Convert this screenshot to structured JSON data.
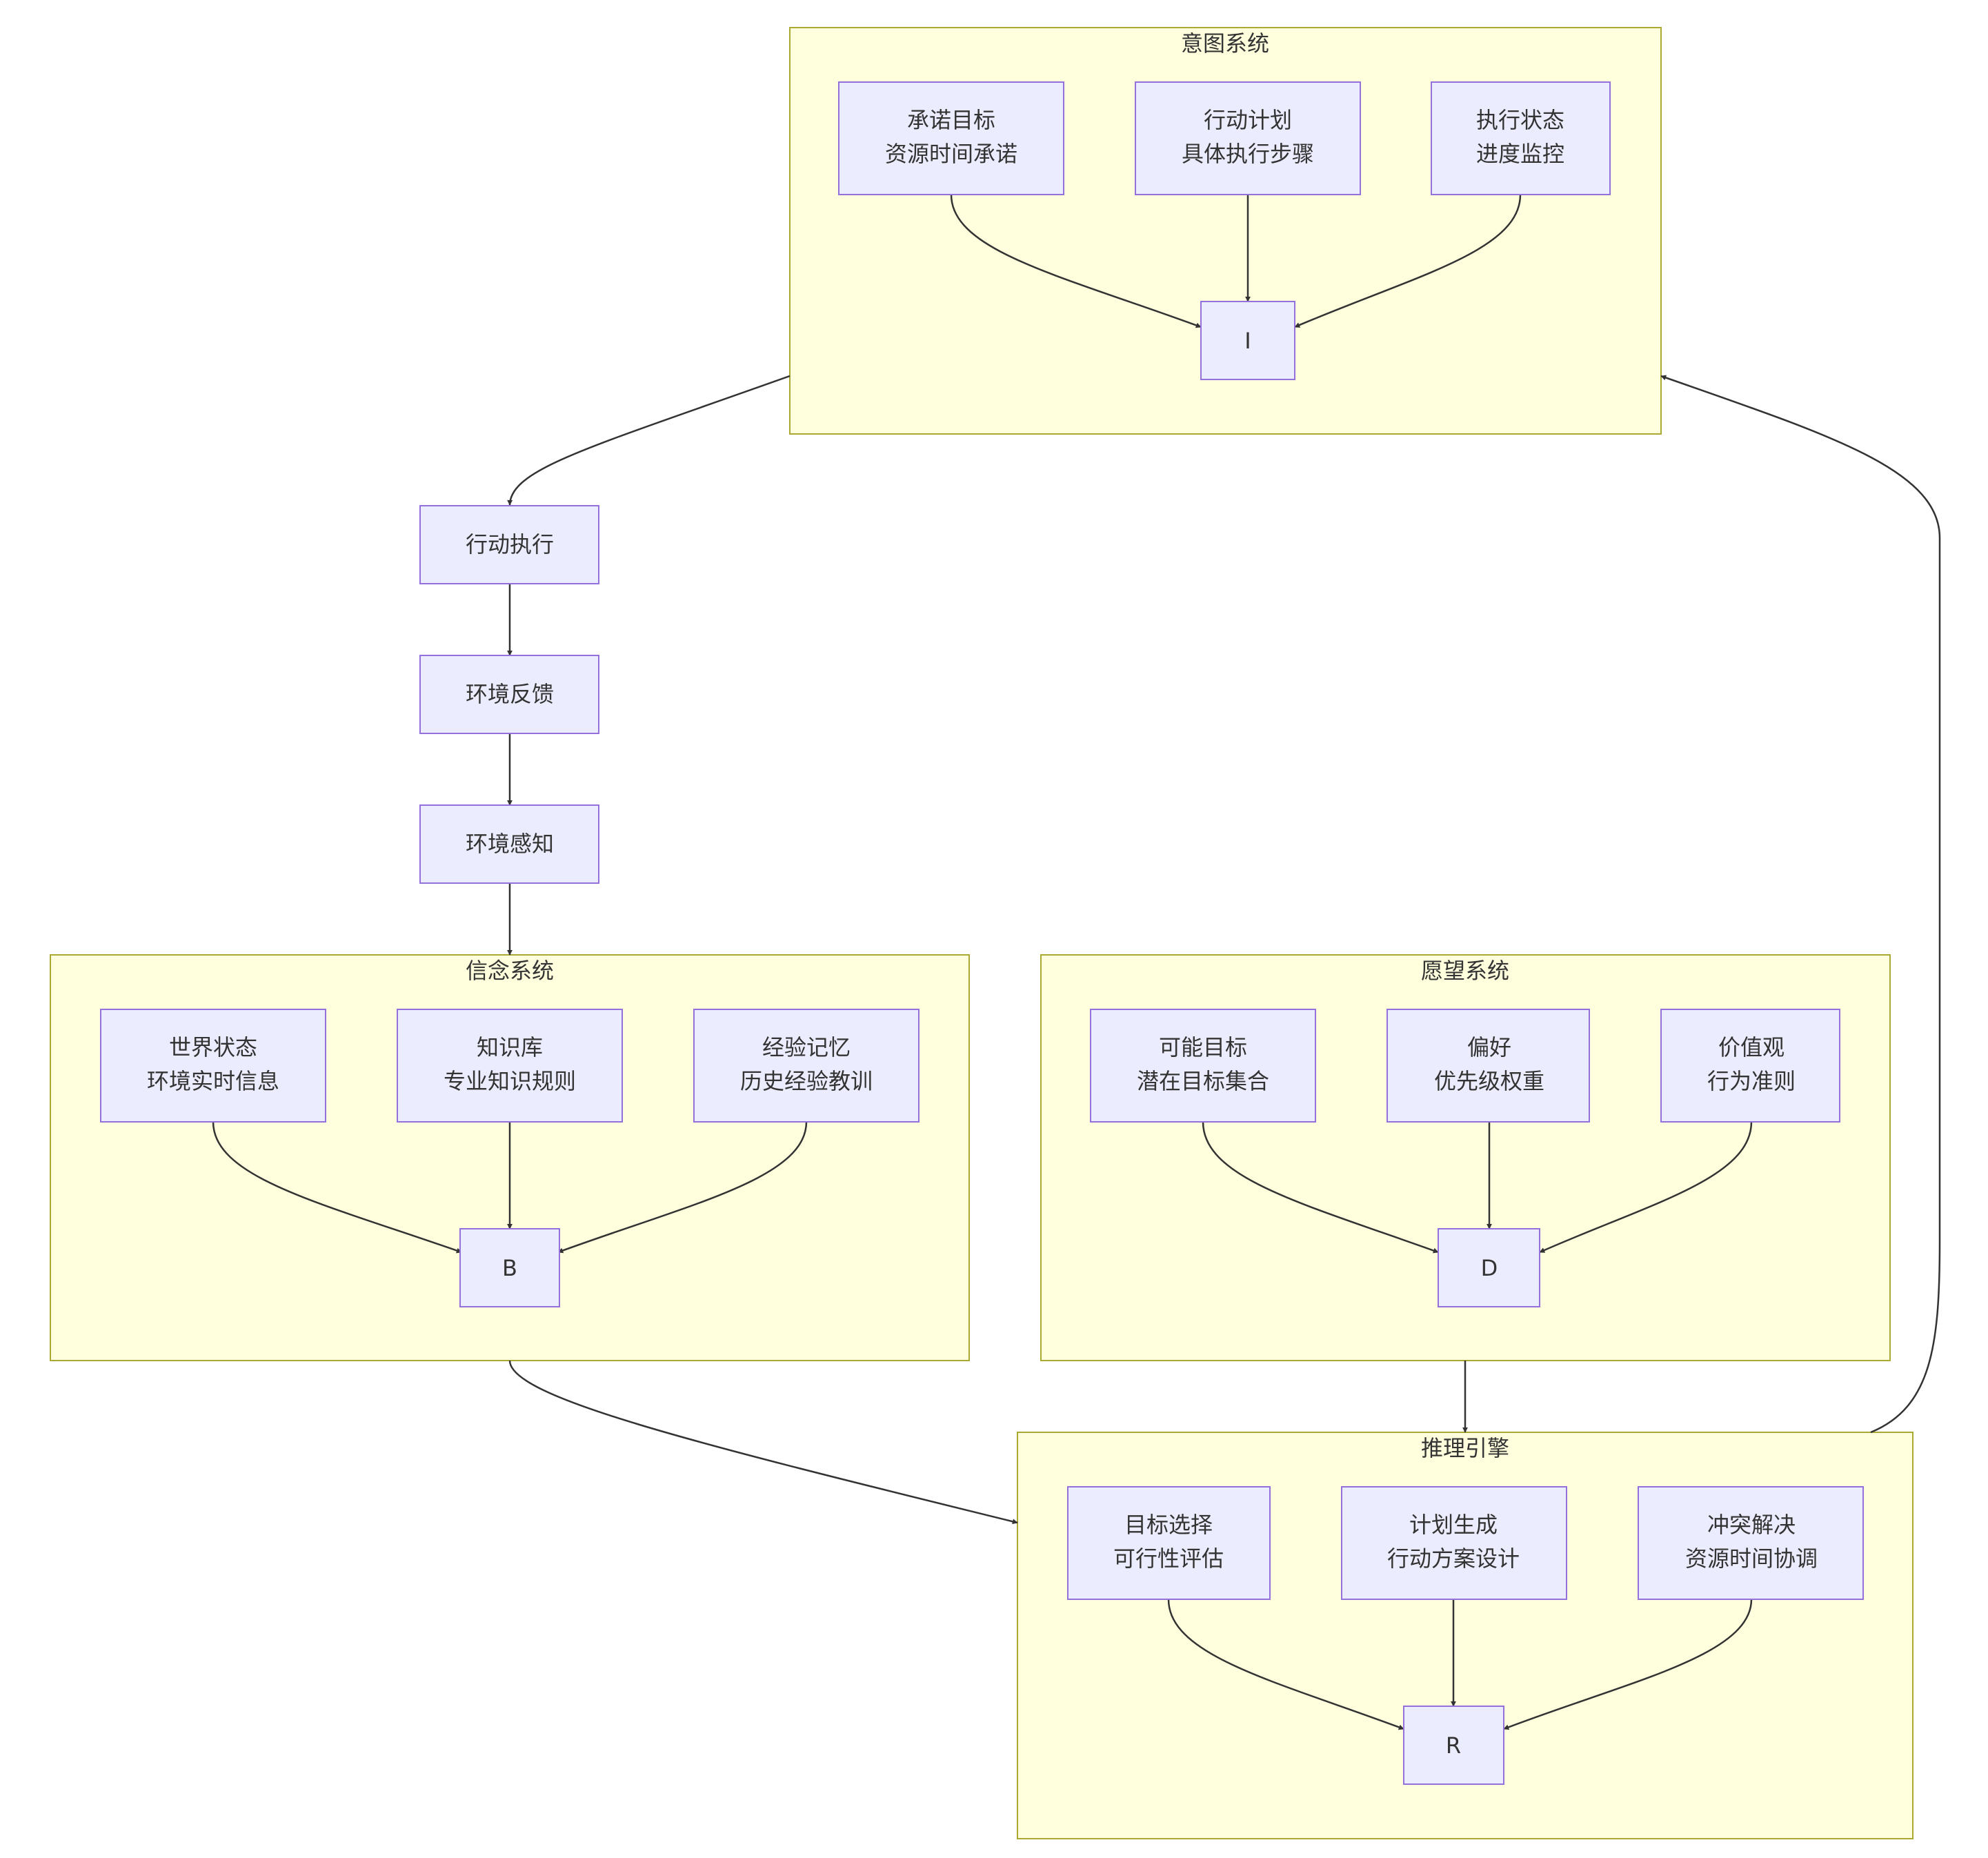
{
  "clusters": {
    "intention": {
      "title": "意图系统"
    },
    "belief": {
      "title": "信念系统"
    },
    "desire": {
      "title": "愿望系统"
    },
    "reasoning": {
      "title": "推理引擎"
    }
  },
  "nodes": {
    "commit_goal": {
      "line1": "承诺目标",
      "line2": "资源时间承诺"
    },
    "action_plan": {
      "line1": "行动计划",
      "line2": "具体执行步骤"
    },
    "exec_state": {
      "line1": "执行状态",
      "line2": "进度监控"
    },
    "I": {
      "label": "I"
    },
    "action_exec": {
      "label": "行动执行"
    },
    "env_feedback": {
      "label": "环境反馈"
    },
    "env_perception": {
      "label": "环境感知"
    },
    "world_state": {
      "line1": "世界状态",
      "line2": "环境实时信息"
    },
    "knowledge": {
      "line1": "知识库",
      "line2": "专业知识规则"
    },
    "experience": {
      "line1": "经验记忆",
      "line2": "历史经验教训"
    },
    "B": {
      "label": "B"
    },
    "possible_goal": {
      "line1": "可能目标",
      "line2": "潜在目标集合"
    },
    "preference": {
      "line1": "偏好",
      "line2": "优先级权重"
    },
    "values": {
      "line1": "价值观",
      "line2": "行为准则"
    },
    "D": {
      "label": "D"
    },
    "goal_select": {
      "line1": "目标选择",
      "line2": "可行性评估"
    },
    "plan_gen": {
      "line1": "计划生成",
      "line2": "行动方案设计"
    },
    "conflict": {
      "line1": "冲突解决",
      "line2": "资源时间协调"
    },
    "R": {
      "label": "R"
    }
  },
  "edges": [
    [
      "commit_goal",
      "I"
    ],
    [
      "action_plan",
      "I"
    ],
    [
      "exec_state",
      "I"
    ],
    [
      "intention",
      "action_exec"
    ],
    [
      "action_exec",
      "env_feedback"
    ],
    [
      "env_feedback",
      "env_perception"
    ],
    [
      "env_perception",
      "belief"
    ],
    [
      "world_state",
      "B"
    ],
    [
      "knowledge",
      "B"
    ],
    [
      "experience",
      "B"
    ],
    [
      "possible_goal",
      "D"
    ],
    [
      "preference",
      "D"
    ],
    [
      "values",
      "D"
    ],
    [
      "belief",
      "reasoning"
    ],
    [
      "desire",
      "reasoning"
    ],
    [
      "goal_select",
      "R"
    ],
    [
      "plan_gen",
      "R"
    ],
    [
      "conflict",
      "R"
    ],
    [
      "reasoning",
      "intention"
    ]
  ]
}
